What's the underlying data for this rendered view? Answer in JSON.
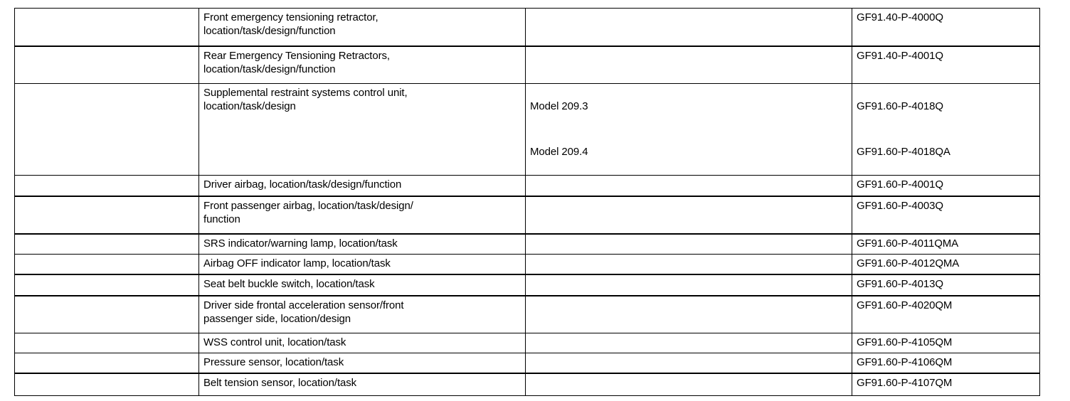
{
  "document": {
    "type": "reference-table",
    "columns": [
      {
        "key": "blank",
        "header": ""
      },
      {
        "key": "description",
        "header": ""
      },
      {
        "key": "model",
        "header": ""
      },
      {
        "key": "document_number",
        "header": ""
      }
    ],
    "rows": [
      {
        "blank": "",
        "description": "Front emergency tensioning retractor,\nlocation/task/design/function",
        "model": "",
        "document_number": "GF91.40-P-4000Q"
      },
      {
        "blank": "",
        "description": "Rear Emergency Tensioning Retractors,\nlocation/task/design/function",
        "model": "",
        "document_number": "GF91.40-P-4001Q"
      },
      {
        "blank": "",
        "description": "Supplemental restraint systems control unit,\nlocation/task/design",
        "model": "Model 209.3",
        "model_second": "Model 209.4",
        "document_number": "GF91.60-P-4018Q",
        "document_number_second": "GF91.60-P-4018QA"
      },
      {
        "blank": "",
        "description": "Driver airbag, location/task/design/function",
        "model": "",
        "document_number": "GF91.60-P-4001Q"
      },
      {
        "blank": "",
        "description": "Front passenger airbag, location/task/design/\nfunction",
        "model": "",
        "document_number": "GF91.60-P-4003Q"
      },
      {
        "blank": "",
        "description": "SRS indicator/warning lamp, location/task",
        "model": "",
        "document_number": "GF91.60-P-4011QMA"
      },
      {
        "blank": "",
        "description": "Airbag OFF indicator lamp, location/task",
        "model": "",
        "document_number": "GF91.60-P-4012QMA"
      },
      {
        "blank": "",
        "description": "Seat belt buckle switch, location/task",
        "model": "",
        "document_number": "GF91.60-P-4013Q"
      },
      {
        "blank": "",
        "description": "Driver side frontal acceleration sensor/front\npassenger side, location/design",
        "model": "",
        "document_number": "GF91.60-P-4020QM"
      },
      {
        "blank": "",
        "description": "WSS control unit, location/task",
        "model": "",
        "document_number": "GF91.60-P-4105QM"
      },
      {
        "blank": "",
        "description": "Pressure sensor, location/task",
        "model": "",
        "document_number": "GF91.60-P-4106QM"
      },
      {
        "blank": "",
        "description": "Belt tension sensor, location/task",
        "model": "",
        "document_number": "GF91.60-P-4107QM"
      }
    ]
  },
  "colors": {
    "text": "#000000",
    "border": "#000000",
    "background": "#ffffff"
  }
}
